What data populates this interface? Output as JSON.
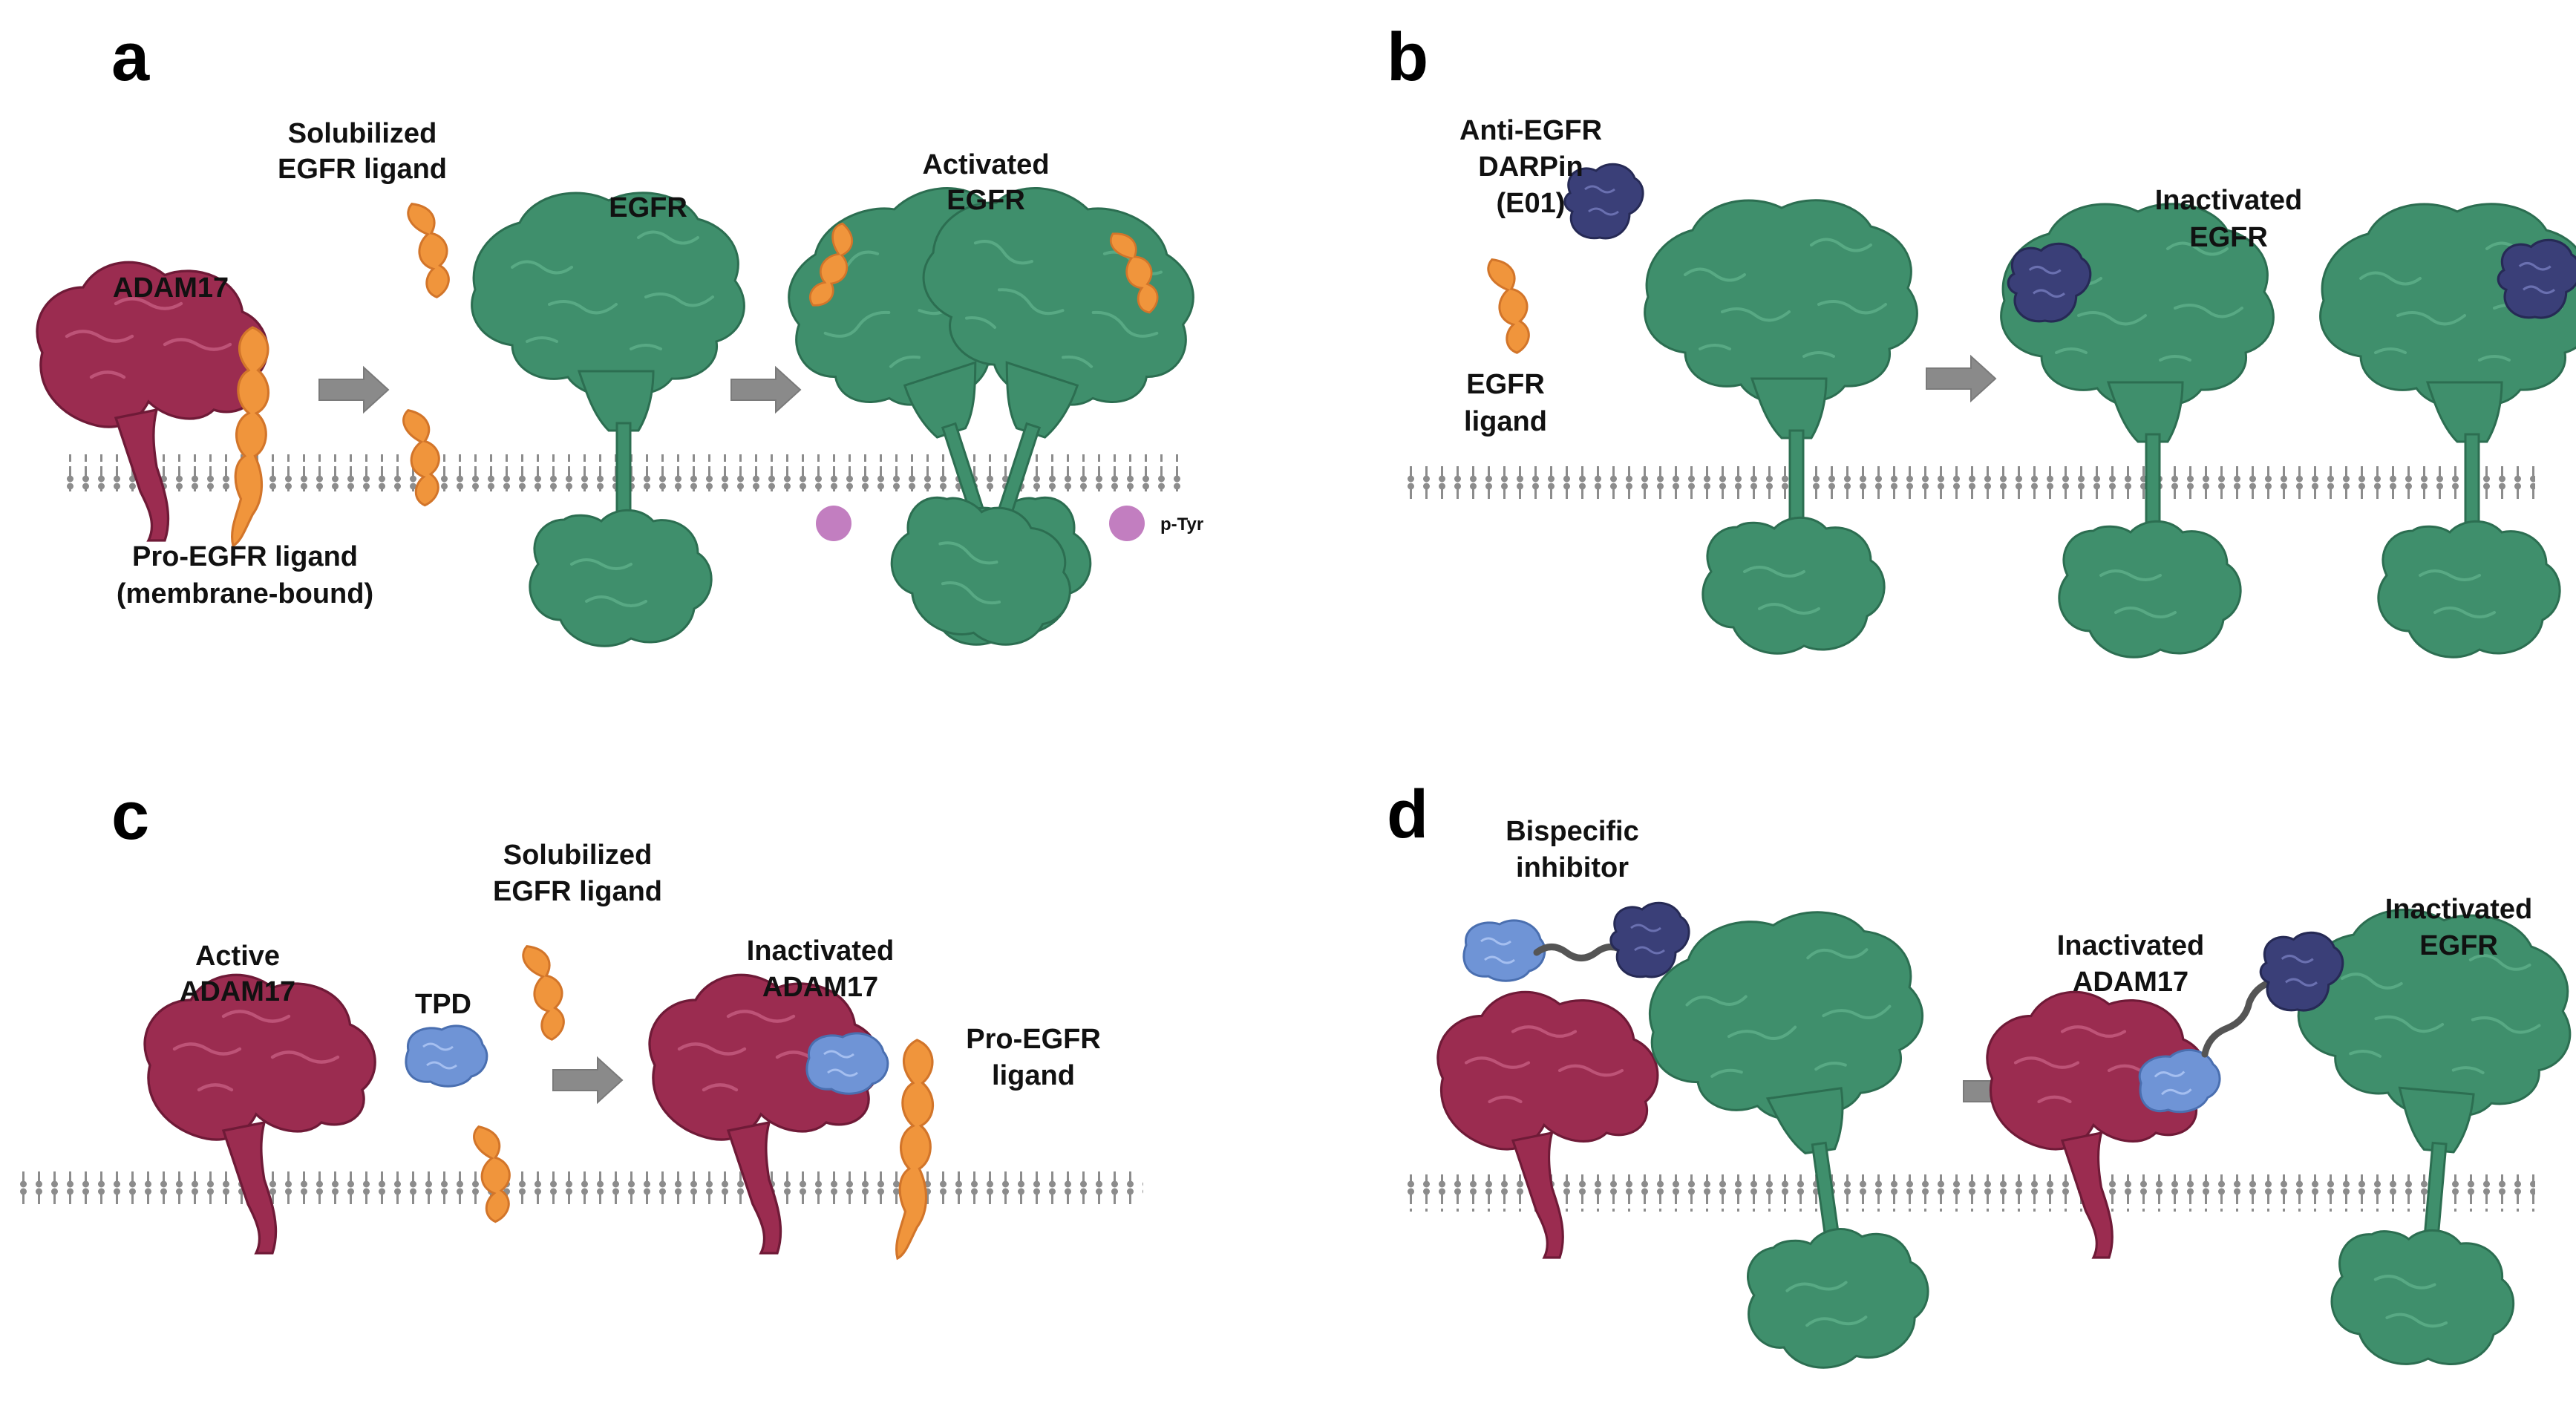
{
  "colors": {
    "egfr": "#3f8f6c",
    "egfr_dark": "#2c6e51",
    "adam17": "#9b2c50",
    "adam17_dark": "#6f1a37",
    "ligand": "#f0953c",
    "darpin": "#3a3f78",
    "tpd": "#6f94d6",
    "membrane": "#8c8c8c",
    "arrow": "#8a8a8a",
    "ptyr": "#c27ec0",
    "linker": "#555555"
  },
  "panels": {
    "a": {
      "letter": "a",
      "solubilized_ligand": [
        "Solubilized",
        "EGFR ligand"
      ],
      "adam17": "ADAM17",
      "egfr": "EGFR",
      "activated_egfr": [
        "Activated",
        "EGFR"
      ],
      "pro_ligand": [
        "Pro-EGFR ligand",
        "(membrane-bound)"
      ],
      "ptyr": "p-Tyr"
    },
    "b": {
      "letter": "b",
      "darpin": [
        "Anti-EGFR",
        "DARPin",
        "(E01)"
      ],
      "egfr_ligand": [
        "EGFR",
        "ligand"
      ],
      "inactivated_egfr": [
        "Inactivated",
        "EGFR"
      ]
    },
    "c": {
      "letter": "c",
      "solubilized_ligand": [
        "Solubilized",
        "EGFR ligand"
      ],
      "active_adam17": [
        "Active",
        "ADAM17"
      ],
      "tpd": "TPD",
      "inactivated_adam17": [
        "Inactivated",
        "ADAM17"
      ],
      "pro_ligand": [
        "Pro-EGFR",
        "ligand"
      ]
    },
    "d": {
      "letter": "d",
      "bispecific": [
        "Bispecific",
        "inhibitor"
      ],
      "inactivated_adam17": [
        "Inactivated",
        "ADAM17"
      ],
      "inactivated_egfr": [
        "Inactivated",
        "EGFR"
      ]
    }
  }
}
